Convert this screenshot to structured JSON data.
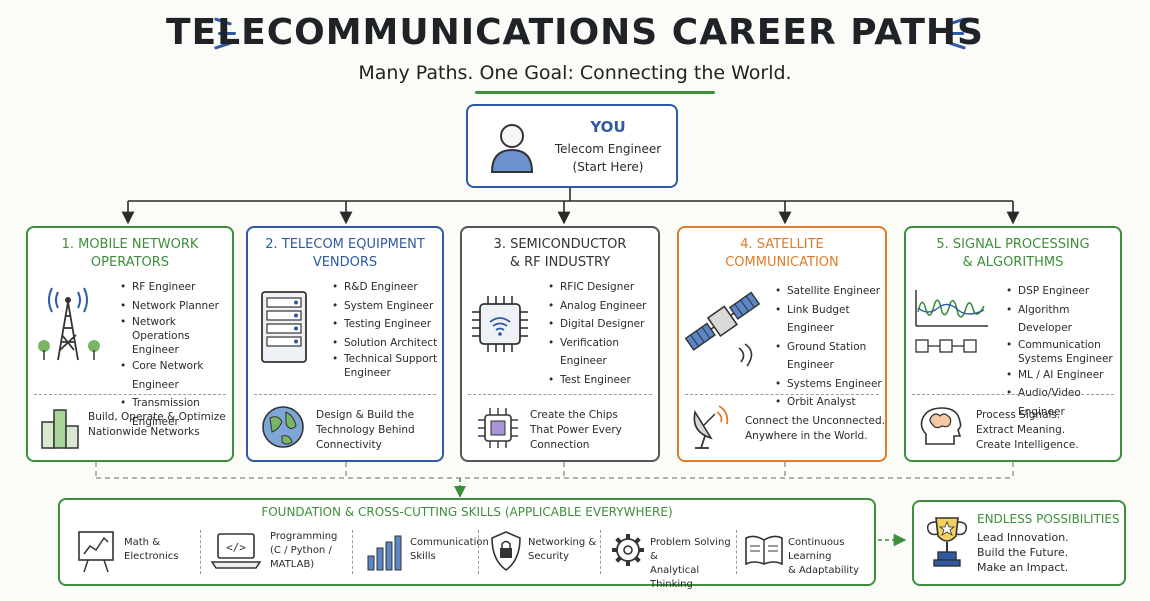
{
  "header": {
    "title": "TELECOMMUNICATIONS CAREER PATHS",
    "subtitle": "Many Paths. One Goal: Connecting the World."
  },
  "you": {
    "title": "YOU",
    "line1": "Telecom Engineer",
    "line2": "(Start Here)"
  },
  "colors": {
    "blue": "#2d5aa3",
    "green": "#3d8f3b",
    "orange": "#e07b2a"
  },
  "paths": [
    {
      "title1": "1. MOBILE NETWORK",
      "title2": "OPERATORS",
      "items": [
        "RF Engineer",
        "Network Planner",
        "Network Operations",
        "Engineer",
        "Core Network Engineer",
        "Transmission Engineer"
      ],
      "desc": [
        "Build, Operate & Optimize",
        "Nationwide Networks"
      ],
      "icon": "cell-tower-icon",
      "desc_icon": "city-buildings-icon"
    },
    {
      "title1": "2. TELECOM EQUIPMENT",
      "title2": "VENDORS",
      "items": [
        "R&D Engineer",
        "System Engineer",
        "Testing Engineer",
        "Solution Architect",
        "Technical Support",
        "Engineer"
      ],
      "desc": [
        "Design & Build the",
        "Technology Behind",
        "Connectivity"
      ],
      "icon": "server-rack-icon",
      "desc_icon": "globe-icon"
    },
    {
      "title1": "3. SEMICONDUCTOR",
      "title2": "& RF INDUSTRY",
      "items": [
        "RFIC Designer",
        "Analog Engineer",
        "Digital Designer",
        "Verification Engineer",
        "Test Engineer"
      ],
      "desc": [
        "Create the Chips",
        "That Power Every",
        "Connection"
      ],
      "icon": "wifi-chip-icon",
      "desc_icon": "chip-icon"
    },
    {
      "title1": "4. SATELLITE",
      "title2": "COMMUNICATION",
      "items": [
        "Satellite Engineer",
        "Link Budget Engineer",
        "Ground Station Engineer",
        "Systems Engineer",
        "Orbit Analyst"
      ],
      "desc": [
        "Connect the Unconnected.",
        "Anywhere in the World."
      ],
      "icon": "satellite-icon",
      "desc_icon": "satellite-dish-icon"
    },
    {
      "title1": "5. SIGNAL PROCESSING",
      "title2": "& ALGORITHMS",
      "items": [
        "DSP Engineer",
        "Algorithm Developer",
        "Communication",
        "Systems Engineer",
        "ML / AI Engineer",
        "Audio/Video Engineer"
      ],
      "desc": [
        "Process Signals.",
        "Extract Meaning.",
        "Create Intelligence."
      ],
      "icon": "signal-wave-icon",
      "desc_icon": "brain-icon"
    }
  ],
  "foundation": {
    "title": "FOUNDATION & CROSS-CUTTING SKILLS (APPLICABLE EVERYWHERE)",
    "skills": [
      {
        "l1": "Math &",
        "l2": "Electronics",
        "l3": "",
        "icon": "chart-board-icon"
      },
      {
        "l1": "Programming",
        "l2": "(C / Python /",
        "l3": "MATLAB)",
        "icon": "laptop-code-icon"
      },
      {
        "l1": "Communication",
        "l2": "Skills",
        "l3": "",
        "icon": "bar-chart-icon"
      },
      {
        "l1": "Networking &",
        "l2": "Security",
        "l3": "",
        "icon": "shield-lock-icon"
      },
      {
        "l1": "Problem Solving &",
        "l2": "Analytical Thinking",
        "l3": "",
        "icon": "gear-icon"
      },
      {
        "l1": "Continuous Learning",
        "l2": "& Adaptability",
        "l3": "",
        "icon": "book-icon"
      }
    ]
  },
  "endless": {
    "title": "ENDLESS POSSIBILITIES",
    "lines": [
      "Lead Innovation.",
      "Build the Future.",
      "Make an Impact."
    ]
  }
}
